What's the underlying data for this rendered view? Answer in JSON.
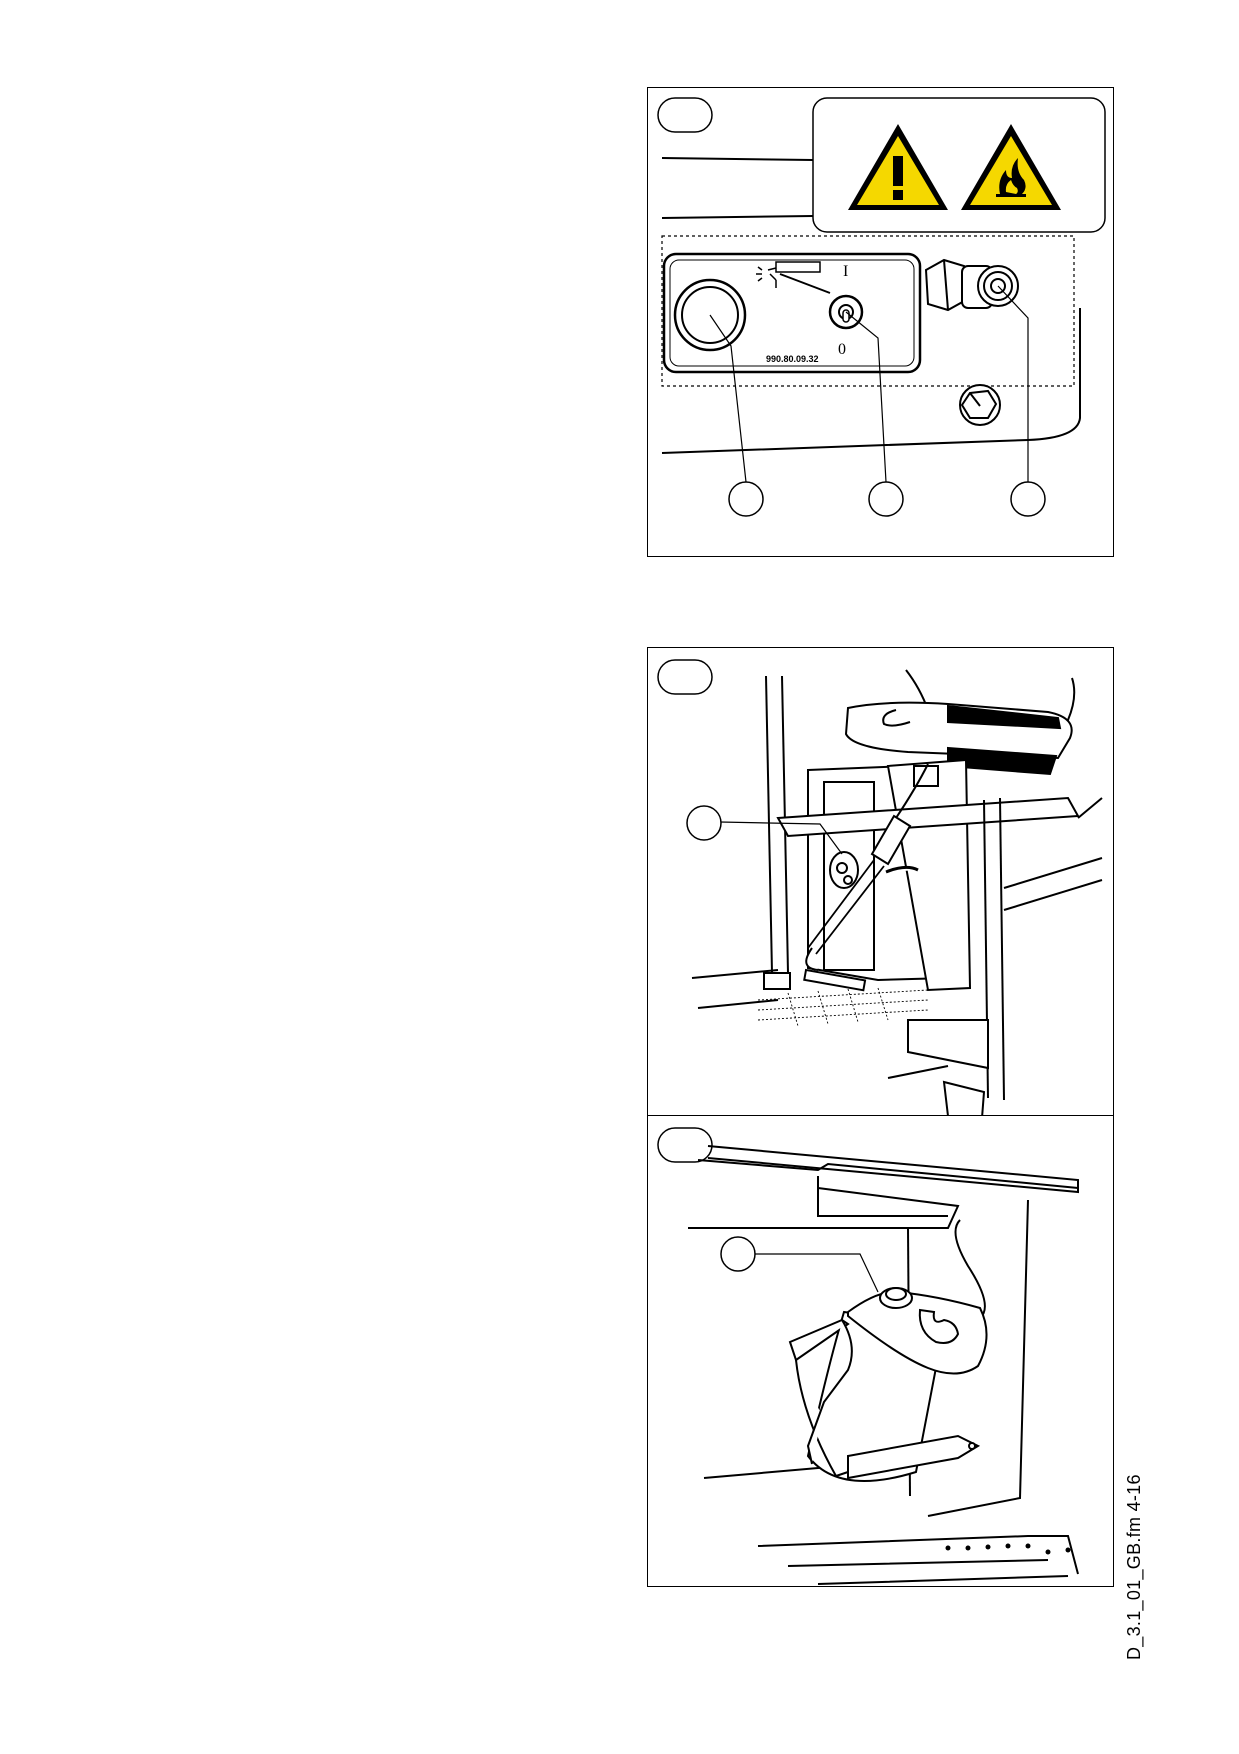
{
  "figures": [
    {
      "id": "fig-1",
      "warning_icons": [
        "warning-exclamation-icon",
        "flammable-fire-icon"
      ],
      "switch_on_label": "I",
      "switch_off_label": "0",
      "plate_code": "990.80.09.32",
      "callouts": 3
    },
    {
      "id": "fig-2",
      "callouts": 1
    },
    {
      "id": "fig-3",
      "callouts": 1
    }
  ],
  "colors": {
    "warning_yellow": "#f5d800",
    "line": "#000000"
  },
  "footer": {
    "file_ref": "D_3.1_01_GB.fm 4-16"
  }
}
